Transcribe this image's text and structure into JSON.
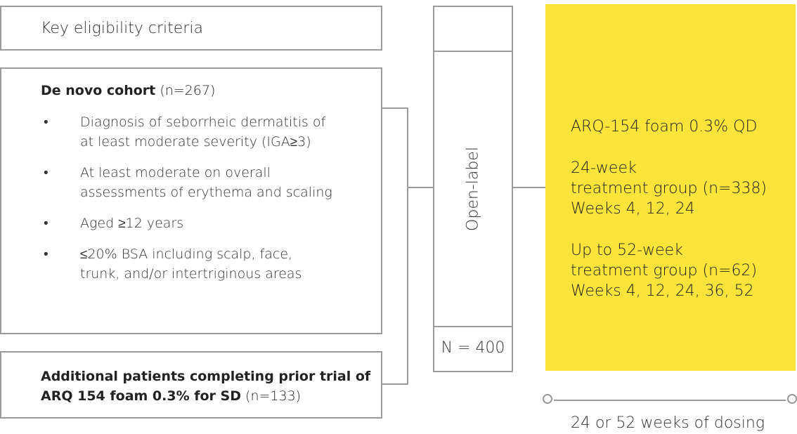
{
  "header": {
    "label": "Key eligibility criteria"
  },
  "de_novo": {
    "title": "De novo cohort",
    "n": "(n=267)",
    "bullets": [
      {
        "marker": "•",
        "text": "Diagnosis of seborrheic dermatitis of at least moderate severity (IGA≥3)"
      },
      {
        "marker": "•",
        "text": "At least moderate on overall assessments of erythema and scaling"
      },
      {
        "marker": "•",
        "text": "Aged ≥12 years"
      },
      {
        "marker": "•",
        "text": "≤20% BSA including scalp, face, trunk, and/or intertriginous areas"
      }
    ]
  },
  "additional": {
    "title": "Additional patients completing prior trial of ARQ 154 foam 0.3% for SD",
    "n": "(n=133)"
  },
  "design": {
    "label": "Open-label",
    "n_total": "N = 400"
  },
  "treatment": {
    "drug": "ARQ-154 foam 0.3% QD",
    "group_24": {
      "line1": "24-week",
      "line2": "treatment group (n=338)",
      "line3": "Weeks 4, 12, 24"
    },
    "group_52": {
      "line1": "Up to 52-week",
      "line2": "treatment group (n=62)",
      "line3": "Weeks 4, 12, 24, 36, 52"
    },
    "highlight_color": "#fde43a"
  },
  "timeline": {
    "label": "24 or 52 weeks of dosing"
  }
}
